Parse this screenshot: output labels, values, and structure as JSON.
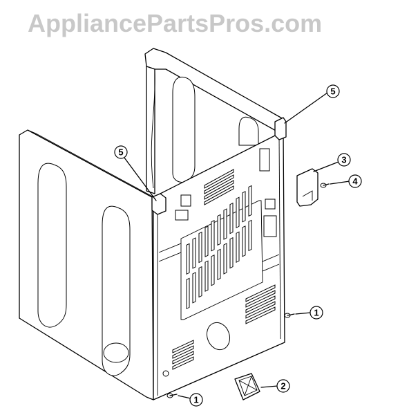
{
  "watermark": {
    "text": "AppliancePartsPros.com"
  },
  "callouts": [
    {
      "id": "callout-5-right",
      "label": "5"
    },
    {
      "id": "callout-5-left",
      "label": "5"
    },
    {
      "id": "callout-3",
      "label": "3"
    },
    {
      "id": "callout-4",
      "label": "4"
    },
    {
      "id": "callout-1-right",
      "label": "1"
    },
    {
      "id": "callout-2",
      "label": "2"
    },
    {
      "id": "callout-1-bottom",
      "label": "1"
    }
  ]
}
